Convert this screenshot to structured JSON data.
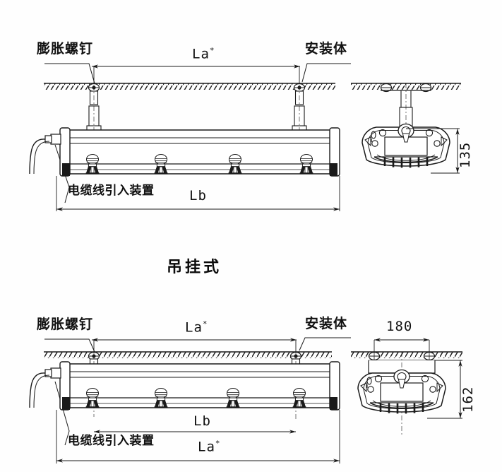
{
  "document": {
    "kind": "technical-installation-drawing",
    "language": "zh-CN"
  },
  "section_title": {
    "text": "吊挂式"
  },
  "diagrams": {
    "top": {
      "name": "suspended-mount-diagram",
      "labels": {
        "anchor_bolt": "膨胀螺钉",
        "mounting_body": "安装体",
        "cable_entry": "电缆线引入装置"
      },
      "dimensions": {
        "spacing": "La",
        "spacing_note": "*",
        "length": "Lb",
        "height": "135"
      }
    },
    "bottom": {
      "name": "surface-mount-diagram",
      "labels": {
        "anchor_bolt": "膨胀螺钉",
        "mounting_body": "安装体",
        "cable_entry": "电缆线引入装置"
      },
      "dimensions": {
        "spacing": "La",
        "spacing_note": "*",
        "length": "Lb",
        "overall_length": "La",
        "overall_length_note": "*",
        "width": "180",
        "height": "162"
      }
    }
  },
  "colors": {
    "line": "#1a1a1a",
    "text": "#111111",
    "background": "#ffffff"
  }
}
